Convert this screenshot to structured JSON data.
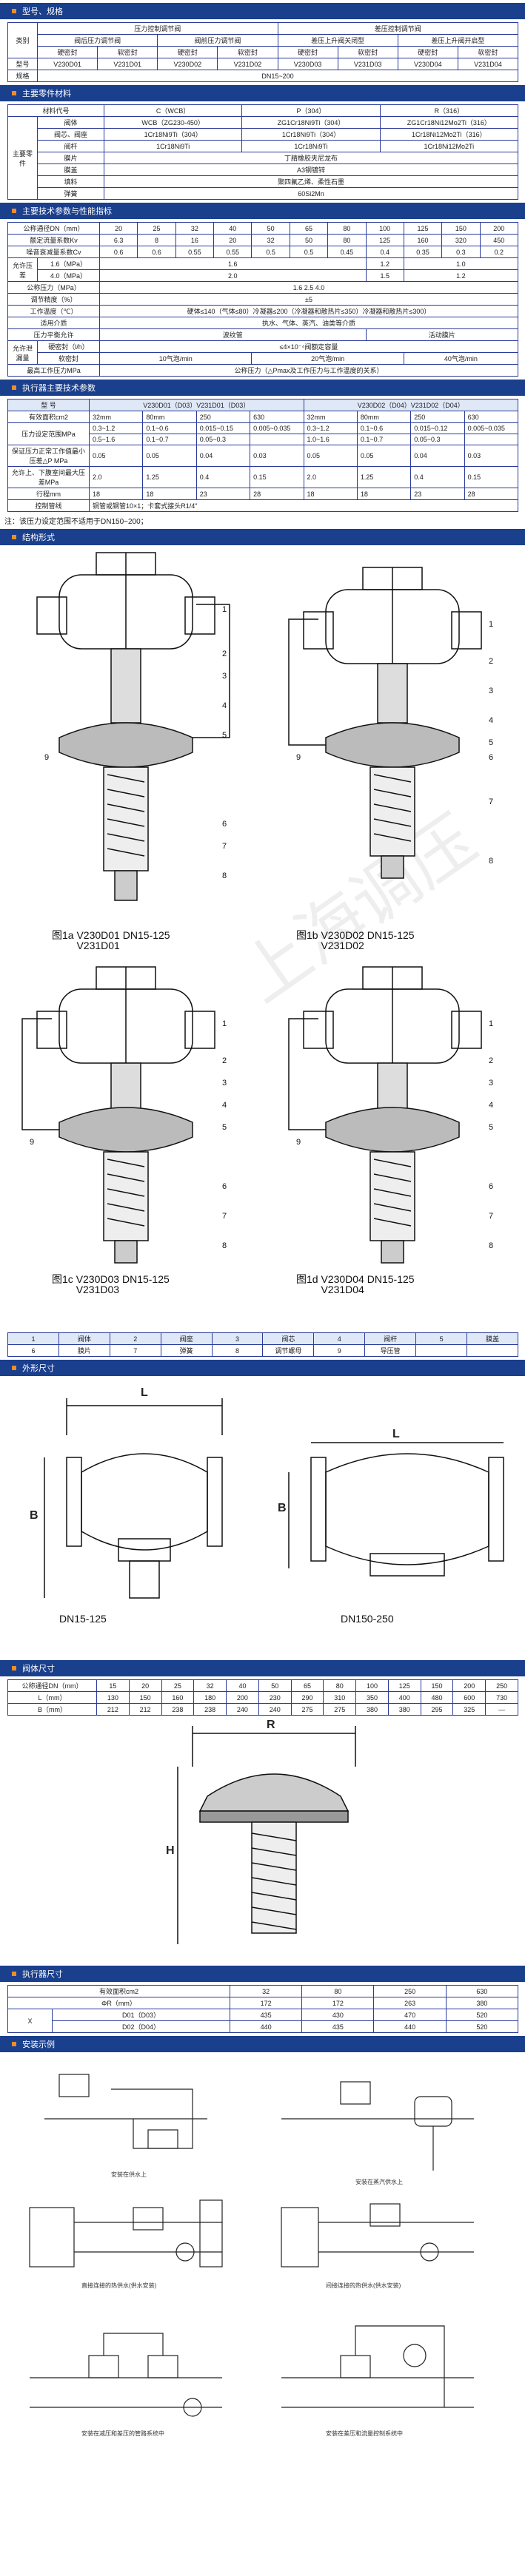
{
  "sections": {
    "model": "型号、规格",
    "material": "主要零件材料",
    "tech": "主要技术参数与性能指标",
    "actuator": "执行器主要技术参数",
    "structure": "结构形式",
    "outline": "外形尺寸",
    "body_dim": "阀体尺寸",
    "actuator_dim": "执行器尺寸",
    "install": "安装示例"
  },
  "model_table": {
    "category_label": "类别",
    "model_label": "型号",
    "spec_label": "规格",
    "group1": "压力控制调节阀",
    "group2": "差压控制调节阀",
    "sub1": "阀后压力调节阀",
    "sub2": "阀前压力调节阀",
    "sub3": "差压上升阀关闭型",
    "sub4": "差压上升阀开启型",
    "seal_hard": "硬密封",
    "seal_soft": "软密封",
    "models": [
      "V230D01",
      "V231D01",
      "V230D02",
      "V231D02",
      "V230D03",
      "V231D03",
      "V230D04",
      "V231D04"
    ],
    "spec_value": "DN15~200"
  },
  "material_table": {
    "material_code": "材料代号",
    "codes": [
      "C（WCB）",
      "P（304）",
      "R（316）"
    ],
    "main_parts": "主要零件",
    "rows": [
      {
        "name": "阀体",
        "values": [
          "WCB（ZG230-450）",
          "ZG1Cr18Ni9Ti（304）",
          "ZG1Cr18Ni12Mo2Ti（316）"
        ]
      },
      {
        "name": "阀芯、阀座",
        "values": [
          "1Cr18Ni9Ti（304）",
          "1Cr18Ni9Ti（304）",
          "1Cr18Ni12Mo2Ti（316）"
        ]
      },
      {
        "name": "阀杆",
        "values": [
          "1Cr18Ni9Ti",
          "1Cr18Ni9Ti",
          "1Cr18Ni12Mo2Ti"
        ]
      },
      {
        "name": "膜片",
        "merged": "丁腈橡胶夹尼龙布"
      },
      {
        "name": "膜盖",
        "merged": "A3钢镀锌"
      },
      {
        "name": "填料",
        "merged": "聚四氟乙烯、柔性石墨"
      },
      {
        "name": "弹簧",
        "merged": "60Si2Mn"
      }
    ]
  },
  "tech_table": {
    "dn_label": "公称通径DN（mm）",
    "dn": [
      "20",
      "25",
      "32",
      "40",
      "50",
      "65",
      "80",
      "100",
      "125",
      "150",
      "200"
    ],
    "kv_label": "额定流量系数Kv",
    "kv": [
      "6.3",
      "8",
      "16",
      "20",
      "32",
      "50",
      "80",
      "125",
      "160",
      "320",
      "450"
    ],
    "cv_label": "噪音衰减量系数Cv",
    "cv": [
      "0.6",
      "0.6",
      "0.55",
      "0.55",
      "0.5",
      "0.5",
      "0.45",
      "0.4",
      "0.35",
      "0.3",
      "0.2"
    ],
    "allow_dp": "允许压差",
    "p16_label": "1.6（MPa）",
    "p16_a": "1.6",
    "p16_b": "1.2",
    "p16_c": "1.0",
    "p40_label": "4.0（MPa）",
    "p40_a": "2.0",
    "p40_b": "1.5",
    "p40_c": "1.2",
    "pn_label": "公称压力（MPa）",
    "pn": "1.6 2.5 4.0",
    "acc_label": "调节精度（%）",
    "acc": "±5",
    "temp_label": "工作温度（℃）",
    "temp": "硬体≤140（气体≤80）冷凝器≤200（冷凝器和散热片≤350）冷凝器和散热片≤300）",
    "medium_label": "适用介质",
    "medium": "执水、气体、蒸汽、油类等介质",
    "char_label": "压力平衡允许",
    "char_a": "波纹管",
    "char_b": "活动膜片",
    "leak_label": "允许泄漏量",
    "leak_soft_label": "硬密封（l/h）",
    "leak_soft": "≤4×10⁻⁴阀额定容量",
    "leak_hard_label": "软密封",
    "leak_hard_a": "10气泡/min",
    "leak_hard_b": "20气泡/min",
    "leak_hard_c": "40气泡/min",
    "max_dp_label": "最高工作压力MPa",
    "max_dp": "公称压力（△Pmax及工作压力与工作温度的关系）"
  },
  "actuator_table": {
    "model_label": "型 号",
    "group1": "V230D01（D03）V231D01（D03）",
    "group2": "V230D02（D04）V231D02（D04）",
    "area_label": "有效面积cm2",
    "area": [
      "32mm",
      "80mm",
      "250",
      "630",
      "32mm",
      "80mm",
      "250",
      "630"
    ],
    "range_label": "压力设定范围MPa",
    "range": [
      "0.3~1.2",
      "0.1~0.6",
      "0.015~0.15",
      "0.005~0.035",
      "0.3~1.2",
      "0.1~0.6",
      "0.015~0.12",
      "0.005~0.035"
    ],
    "range_label2": "",
    "range2": [
      "0.5~1.6",
      "0.1~0.7",
      "0.05~0.3",
      "",
      "1.0~1.6",
      "0.1~0.7",
      "0.05~0.3",
      ""
    ],
    "ok_label": "保证压力正常工作值最小压差△P MPa",
    "ok": [
      "0.05",
      "0.05",
      "0.04",
      "0.03",
      "0.05",
      "0.05",
      "0.04",
      "0.03"
    ],
    "allow_label": "允许上、下腹室间最大压差MPa",
    "allow": [
      "2.0",
      "1.25",
      "0.4",
      "0.15",
      "2.0",
      "1.25",
      "0.4",
      "0.15"
    ],
    "stroke_label": "行程mm",
    "stroke": [
      "18",
      "18",
      "23",
      "28",
      "18",
      "18",
      "23",
      "28"
    ],
    "conn_label": "控制管线",
    "conn": "铜管或钢管10×1；卡套式接头R1/4\""
  },
  "note": "注：该压力设定范围不适用于DN150~200；",
  "figures": {
    "fig1a_label": "图1a",
    "fig1a_models": "V230D01\nV231D01",
    "fig1a_range": "DN15-125",
    "fig1b_label": "图1b",
    "fig1b_models": "V230D02\nV231D02",
    "fig1b_range": "DN15-125",
    "fig1c_label": "图1c",
    "fig1c_models": "V230D03\nV231D03",
    "fig1c_range": "DN15-125",
    "fig1d_label": "图1d",
    "fig1d_models": "V230D04\nV231D04",
    "fig1d_range": "DN15-125",
    "watermark": "上海调压"
  },
  "parts_table": {
    "row1": [
      "1",
      "阀体",
      "2",
      "阀座",
      "3",
      "阀芯",
      "4",
      "阀杆",
      "5",
      "膜盖"
    ],
    "row2": [
      "6",
      "膜片",
      "7",
      "弹簧",
      "8",
      "调节螺母",
      "9",
      "导压管",
      "",
      ""
    ]
  },
  "outline": {
    "left_caption": "DN15-125",
    "right_caption": "DN150-250",
    "L": "L",
    "B": "B",
    "R": "R",
    "H": "H"
  },
  "body_dim_table": {
    "dn_label": "公称通径DN（mm）",
    "dn": [
      "15",
      "20",
      "25",
      "32",
      "40",
      "50",
      "65",
      "80",
      "100",
      "125",
      "150",
      "200",
      "250"
    ],
    "l_label": "L（mm）",
    "l": [
      "130",
      "150",
      "160",
      "180",
      "200",
      "230",
      "290",
      "310",
      "350",
      "400",
      "480",
      "600",
      "730"
    ],
    "b_label": "B（mm）",
    "b": [
      "212",
      "212",
      "238",
      "238",
      "240",
      "240",
      "275",
      "275",
      "380",
      "380",
      "295",
      "325",
      "—"
    ]
  },
  "act_dim_table": {
    "area_label": "有效面积cm2",
    "area": [
      "32",
      "80",
      "250",
      "630"
    ],
    "r_label": "ΦR（mm）",
    "r": [
      "172",
      "172",
      "263",
      "380"
    ],
    "x_label": "X",
    "d01_label": "D01（D03）",
    "d01": [
      "435",
      "430",
      "470",
      "520"
    ],
    "d02_label": "D02（D04）",
    "d02": [
      "440",
      "435",
      "440",
      "520"
    ]
  },
  "install_captions": {
    "c1": "安装在供水上",
    "c2": "安装在蒸汽供水上",
    "c3": "直接连接的热供水(供水安装)",
    "c4": "间接连接的热供水(供水安装)",
    "c5": "安装在减压和差压的管路系统中",
    "c6": "安装在差压和流量控制系统中"
  },
  "colors": {
    "header_bg": "#1a3f8c",
    "accent": "#f28c28",
    "table_border": "#2a3a99",
    "cell_highlight": "#dfe8f6"
  }
}
